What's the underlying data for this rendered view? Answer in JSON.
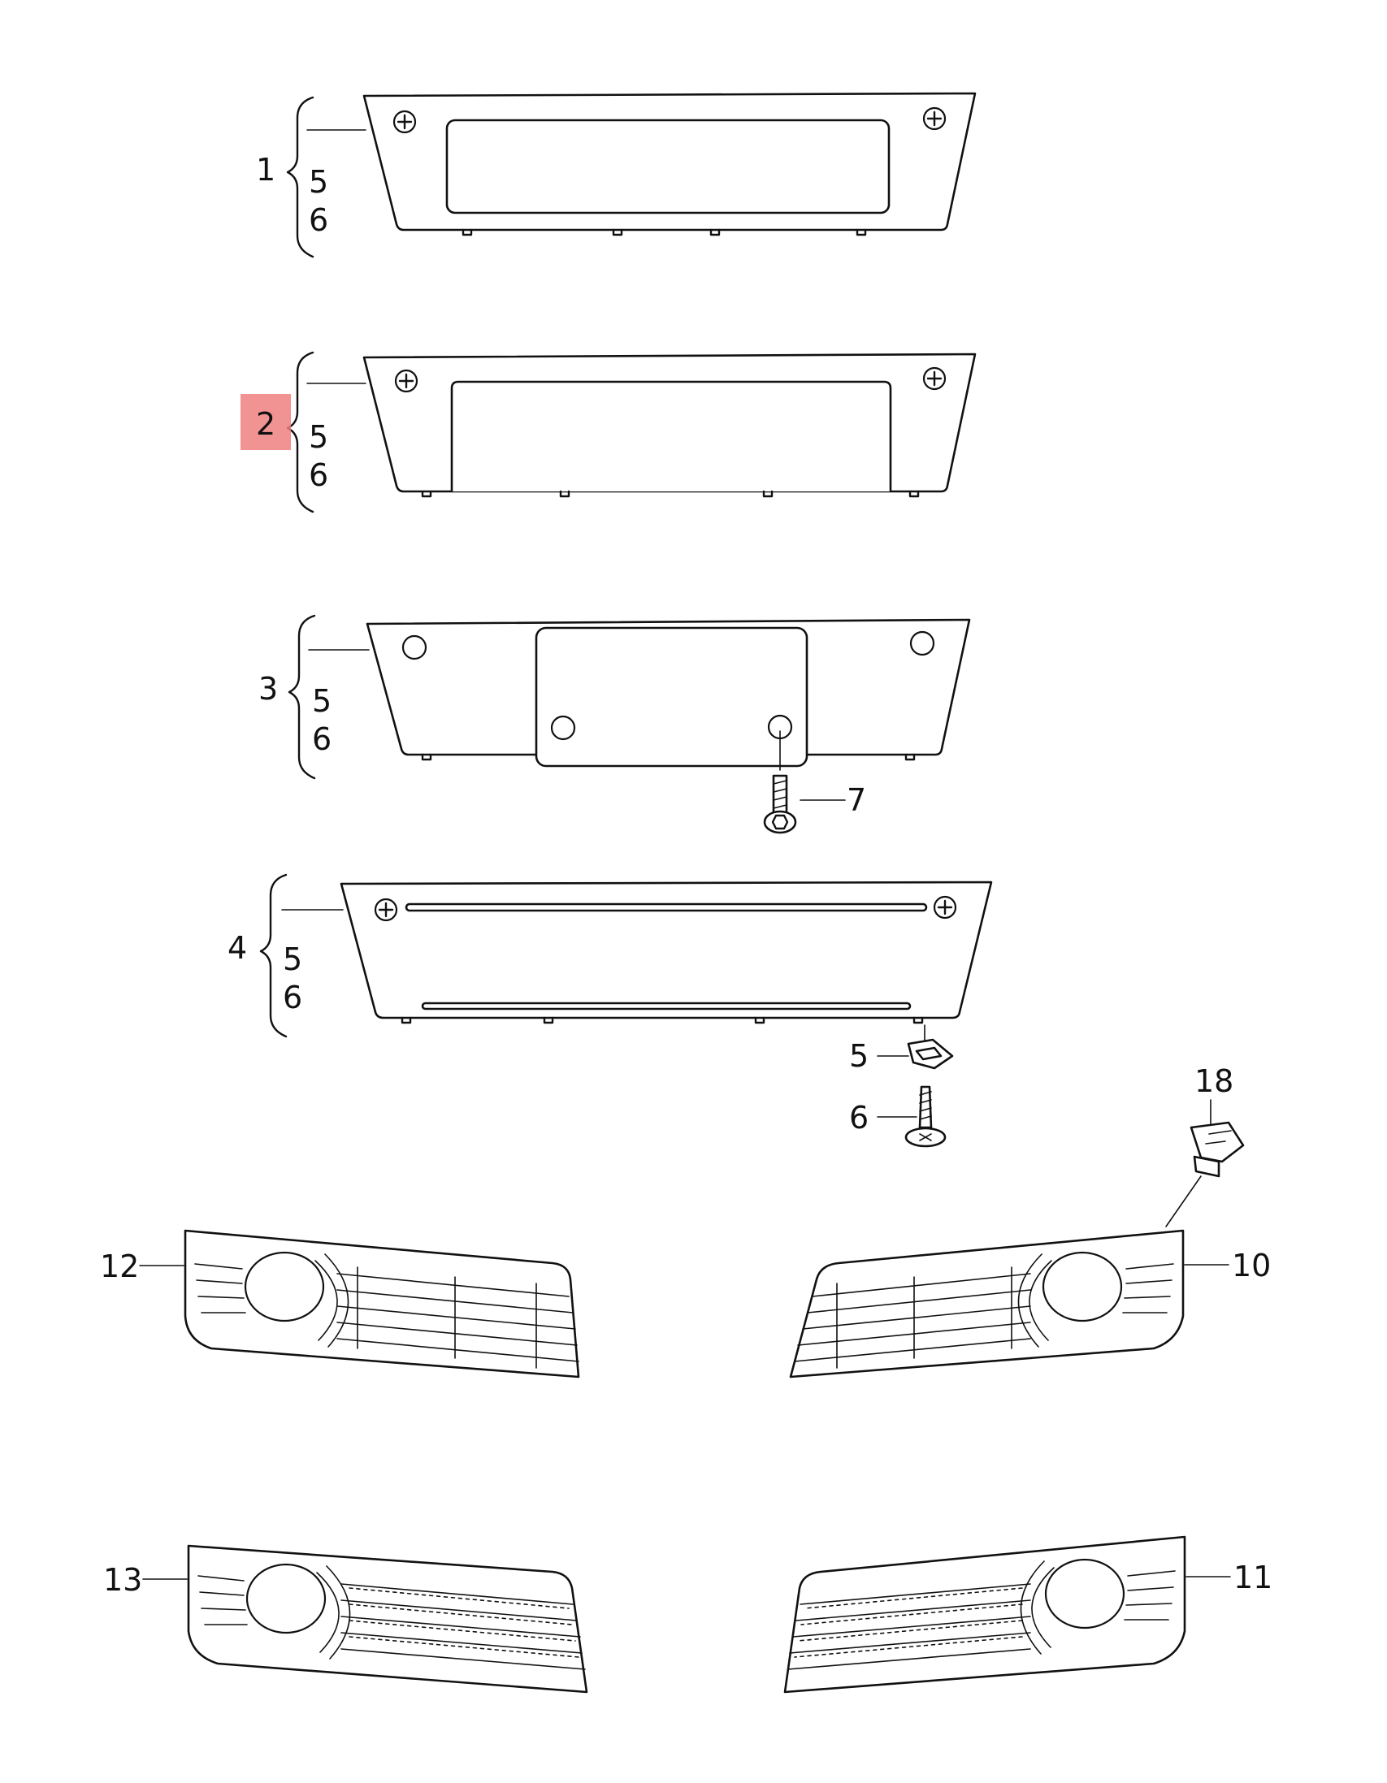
{
  "callouts": {
    "c1": "1",
    "c2": "2",
    "c3": "3",
    "c4": "4",
    "c5a": "5",
    "c6a": "6",
    "c5b": "5",
    "c6b": "6",
    "c5c": "5",
    "c6c": "6",
    "c5d": "5",
    "c6d": "6",
    "c7": "7",
    "c5e": "5",
    "c6e": "6",
    "c18": "18",
    "c12": "12",
    "c10": "10",
    "c13": "13",
    "c11": "11"
  },
  "highlight_color": "#f08080"
}
